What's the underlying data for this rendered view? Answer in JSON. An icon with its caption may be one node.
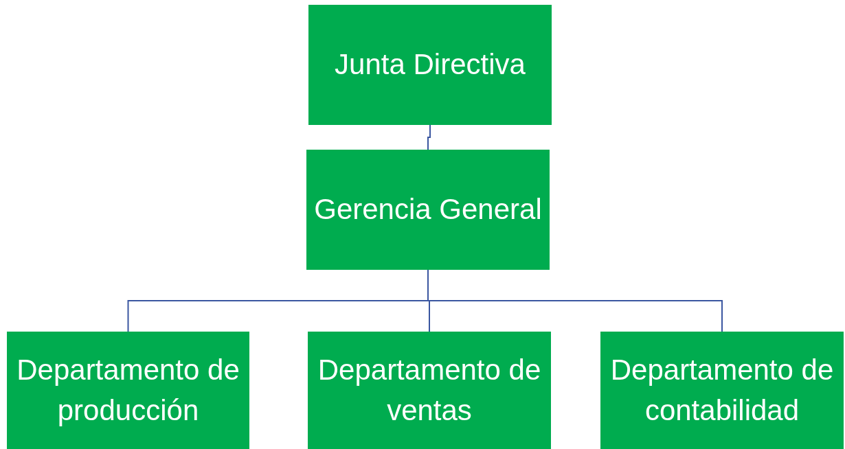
{
  "diagram": {
    "nodes": [
      {
        "text": [
          "Junta Directiva"
        ]
      },
      {
        "text": [
          "Gerencia General"
        ]
      },
      {
        "text": [
          "Departamento de producción"
        ]
      },
      {
        "text": [
          "Departamento de ventas"
        ]
      },
      {
        "text": [
          "Departamento de contabilidad"
        ]
      }
    ],
    "edges": [
      {
        "from": 0,
        "to": 1,
        "arrow": "none"
      },
      {
        "from": 1,
        "to": 2,
        "arrow": "none"
      },
      {
        "from": 1,
        "to": 3,
        "arrow": "none"
      },
      {
        "from": 1,
        "to": 4,
        "arrow": "none"
      }
    ]
  }
}
